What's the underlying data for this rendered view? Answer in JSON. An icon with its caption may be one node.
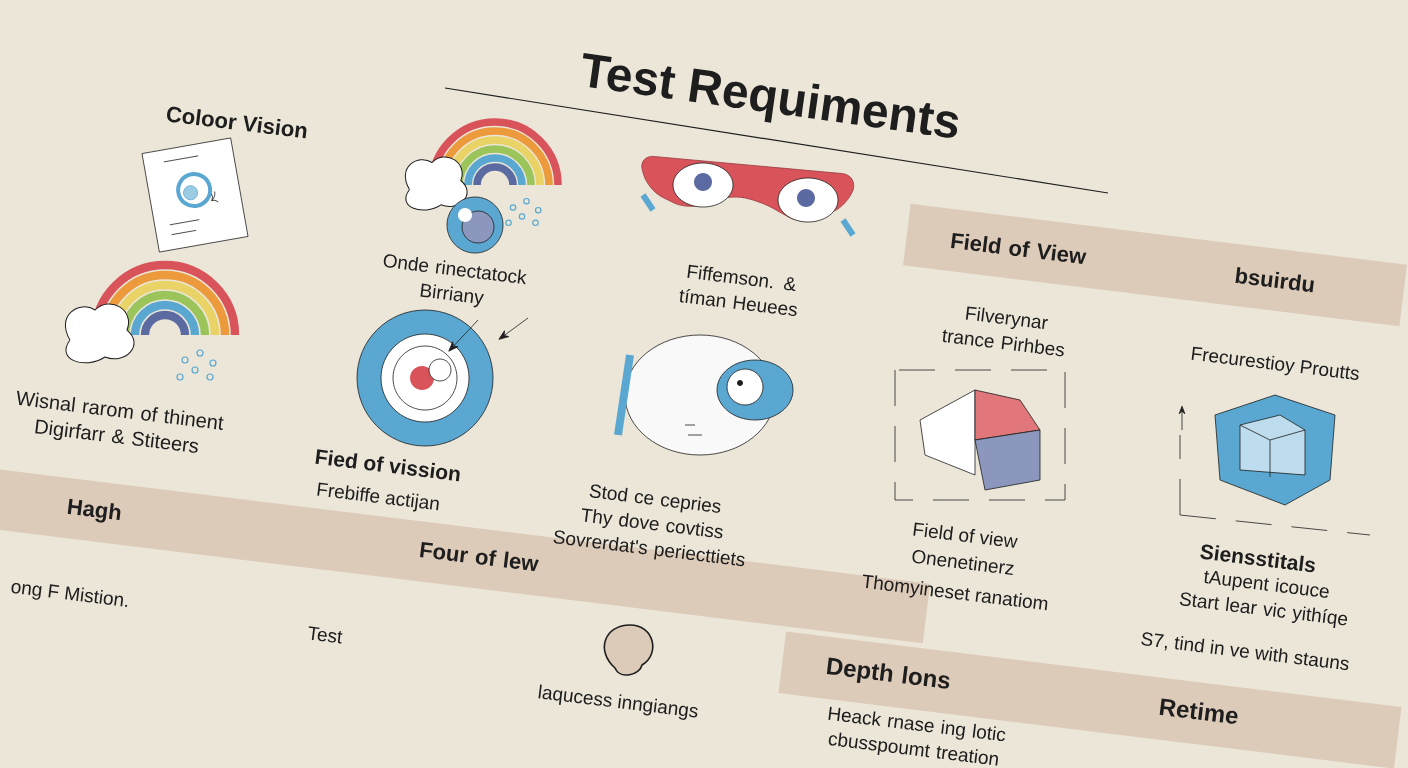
{
  "diagram": {
    "title": "Test Requiments",
    "nodes": [
      {
        "text": [
          "Field of View",
          "bsuirdu"
        ]
      },
      {
        "text": [
          "Hagh",
          "Four of lew"
        ]
      },
      {
        "text": [
          "Depth lons",
          "Retime"
        ]
      }
    ],
    "edges": [],
    "labels": [
      "Coloor Vision",
      "Onde rinectatock Birriany",
      "Fiffemson. & tíman Heuees",
      "Filverynar trance Pirhbes",
      "Frecurestioy Proutts",
      "Wisnal rarom of thinent Digirfarr & Stiteers",
      "Fied of vission",
      "Frebiffe actijan",
      "Stod ce cepries Thy dove covtiss Sovrerdat's periecttiets",
      "Field of view",
      "Onenetinerz",
      "Thomyineset ranatiom",
      "Siensstitals",
      "tAupent icouce Start lear vic yithíqe",
      "S7, tind in ve with stauns",
      "ong F Mistion.",
      "Test",
      "laqucess inngiangs",
      "Heack rnase ing lotic cbusspoumt treation"
    ]
  }
}
